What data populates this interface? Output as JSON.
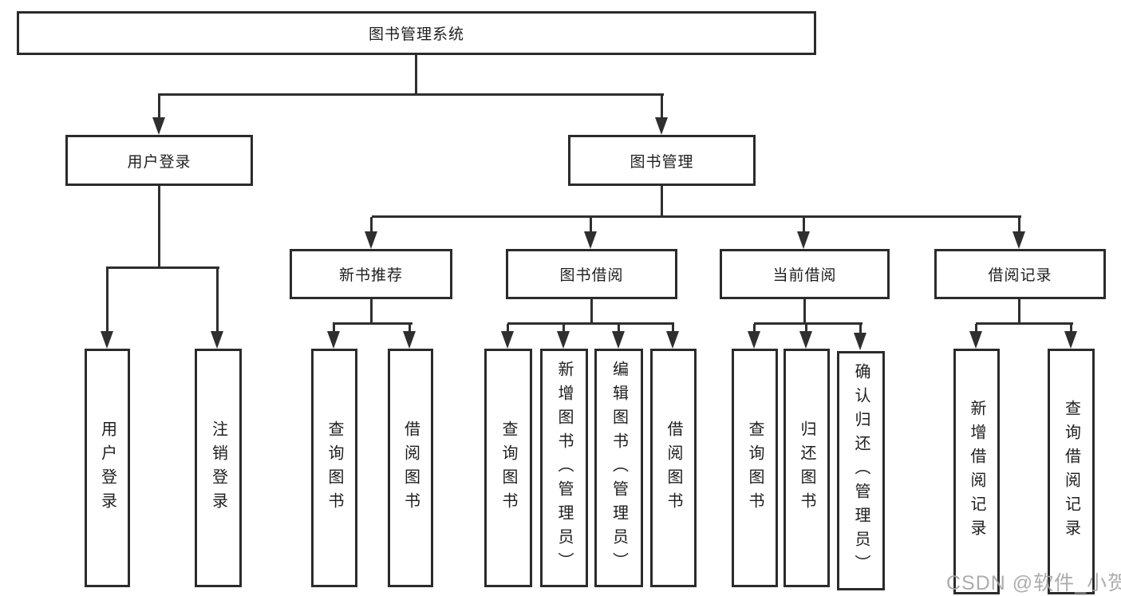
{
  "diagram": {
    "title": "图书管理系统",
    "level2": [
      {
        "label": "用户登录"
      },
      {
        "label": "图书管理"
      }
    ],
    "level3": [
      {
        "label": "新书推荐"
      },
      {
        "label": "图书借阅"
      },
      {
        "label": "当前借阅"
      },
      {
        "label": "借阅记录"
      }
    ],
    "leaves": {
      "user": [
        {
          "label": "用户登录"
        },
        {
          "label": "注销登录"
        }
      ],
      "recommend": [
        {
          "label": "查询图书"
        },
        {
          "label": "借阅图书"
        }
      ],
      "borrow": [
        {
          "label": "查询图书"
        },
        {
          "label": "新增图书（管理员）"
        },
        {
          "label": "编辑图书（管理员）"
        },
        {
          "label": "借阅图书"
        }
      ],
      "current": [
        {
          "label": "查询图书"
        },
        {
          "label": "归还图书"
        },
        {
          "label": "确认归还（管理员）"
        }
      ],
      "records": [
        {
          "label": "新增借阅记录"
        },
        {
          "label": "查询借阅记录"
        }
      ]
    }
  },
  "watermark": {
    "text": "CSDN @软件_小贺同学"
  },
  "colors": {
    "line": "#2f2f2f",
    "border": "#2b2b2b",
    "text": "#1e1e1e",
    "watermark": "#a5a5a5",
    "background": "#ffffff"
  }
}
